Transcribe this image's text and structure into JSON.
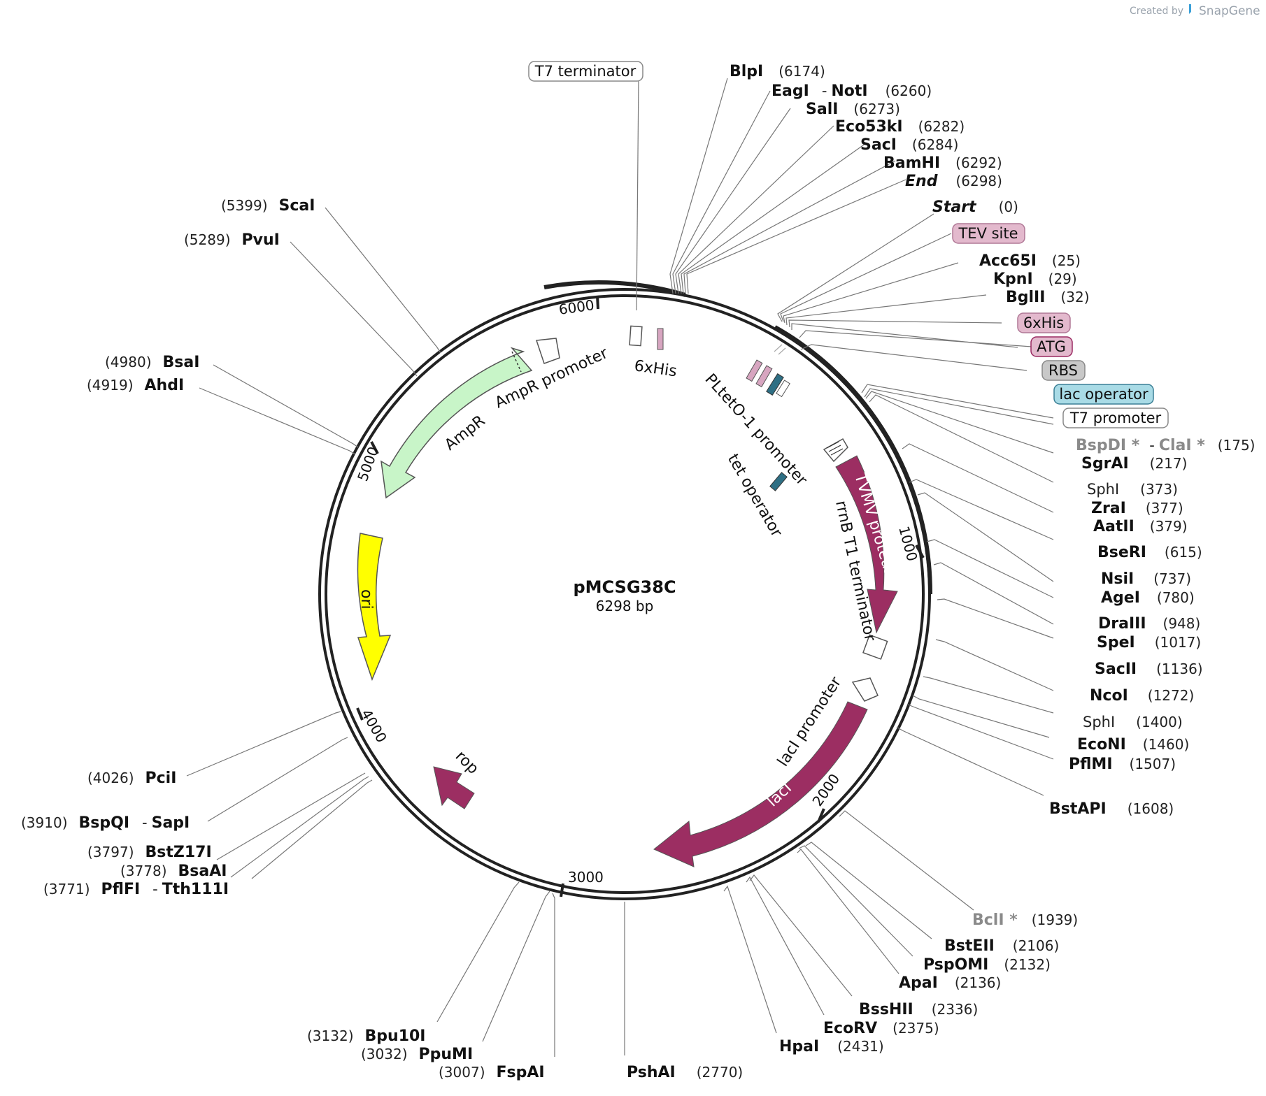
{
  "watermark": {
    "created_by": "Created by",
    "brand": "SnapGene"
  },
  "plasmid": {
    "name": "pMCSG38C",
    "size_label": "6298 bp"
  },
  "ticks": [
    "1000",
    "2000",
    "3000",
    "4000",
    "5000",
    "6000"
  ],
  "feature_tags": [
    {
      "label": "T7 terminator",
      "fill": "#ffffff",
      "stroke": "#888888"
    },
    {
      "label": "TEV site",
      "fill": "#e3b9cd",
      "stroke": "#b07896"
    },
    {
      "label": "6xHis",
      "fill": "#e3b9cd",
      "stroke": "#b07896"
    },
    {
      "label": "ATG",
      "fill": "#e3b9cd",
      "stroke": "#9a2a62"
    },
    {
      "label": "RBS",
      "fill": "#c8c8c8",
      "stroke": "#888888"
    },
    {
      "label": "lac operator",
      "fill": "#a9dbe6",
      "stroke": "#3a7f95"
    },
    {
      "label": "T7 promoter",
      "fill": "#ffffff",
      "stroke": "#888888"
    }
  ],
  "features": {
    "six_his": "6xHis",
    "pltet": "PLtetO-1 promoter",
    "tet_operator": "tet operator",
    "tvmv": "TVMV protease",
    "rrnb": "rrnB T1 terminator",
    "laci_promoter": "lacI promoter",
    "laci": "lacI",
    "rop": "rop",
    "ori": "ori",
    "ampr": "AmpR",
    "ampr_promoter": "AmpR promoter"
  },
  "sites_right": [
    {
      "name": "BlpI",
      "pos": "(6174)"
    },
    {
      "name": "EagI",
      "sep": "-",
      "name2": "NotI",
      "pos": "(6260)"
    },
    {
      "name": "SalI",
      "pos": "(6273)"
    },
    {
      "name": "Eco53kI",
      "pos": "(6282)"
    },
    {
      "name": "SacI",
      "pos": "(6284)"
    },
    {
      "name": "BamHI",
      "pos": "(6292)"
    },
    {
      "name": "End",
      "pos": "(6298)"
    },
    {
      "name": "Start",
      "pos": "(0)"
    },
    {
      "name": "Acc65I",
      "pos": "(25)"
    },
    {
      "name": "KpnI",
      "pos": "(29)"
    },
    {
      "name": "BglII",
      "pos": "(32)"
    },
    {
      "name": "BspDI *",
      "sep": "-",
      "name2": "ClaI *",
      "pos": "(175)"
    },
    {
      "name": "SgrAI",
      "pos": "(217)"
    },
    {
      "name": "SphI",
      "pos": "(373)"
    },
    {
      "name": "ZraI",
      "pos": "(377)"
    },
    {
      "name": "AatII",
      "pos": "(379)"
    },
    {
      "name": "BseRI",
      "pos": "(615)"
    },
    {
      "name": "NsiI",
      "pos": "(737)"
    },
    {
      "name": "AgeI",
      "pos": "(780)"
    },
    {
      "name": "DraIII",
      "pos": "(948)"
    },
    {
      "name": "SpeI",
      "pos": "(1017)"
    },
    {
      "name": "SacII",
      "pos": "(1136)"
    },
    {
      "name": "NcoI",
      "pos": "(1272)"
    },
    {
      "name": "SphI",
      "pos": "(1400)"
    },
    {
      "name": "EcoNI",
      "pos": "(1460)"
    },
    {
      "name": "PflMI",
      "pos": "(1507)"
    },
    {
      "name": "BstAPI",
      "pos": "(1608)"
    },
    {
      "name": "BclI *",
      "pos": "(1939)"
    },
    {
      "name": "BstEII",
      "pos": "(2106)"
    },
    {
      "name": "PspOMI",
      "pos": "(2132)"
    },
    {
      "name": "ApaI",
      "pos": "(2136)"
    },
    {
      "name": "BssHII",
      "pos": "(2336)"
    },
    {
      "name": "EcoRV",
      "pos": "(2375)"
    },
    {
      "name": "HpaI",
      "pos": "(2431)"
    },
    {
      "name": "PshAI",
      "pos": "(2770)"
    }
  ],
  "sites_left": [
    {
      "name": "ScaI",
      "pos": "(5399)"
    },
    {
      "name": "PvuI",
      "pos": "(5289)"
    },
    {
      "name": "BsaI",
      "pos": "(4980)"
    },
    {
      "name": "AhdI",
      "pos": "(4919)"
    },
    {
      "name": "PciI",
      "pos": "(4026)"
    },
    {
      "name": "BspQI",
      "sep": "-",
      "name2": "SapI",
      "pos": "(3910)"
    },
    {
      "name": "BstZ17I",
      "pos": "(3797)"
    },
    {
      "name": "BsaAI",
      "pos": "(3778)"
    },
    {
      "name": "PflFI",
      "sep": "-",
      "name2": "Tth111I",
      "pos": "(3771)"
    },
    {
      "name": "Bpu10I",
      "pos": "(3132)"
    },
    {
      "name": "PpuMI",
      "pos": "(3032)"
    },
    {
      "name": "FspAI",
      "pos": "(3007)"
    }
  ]
}
